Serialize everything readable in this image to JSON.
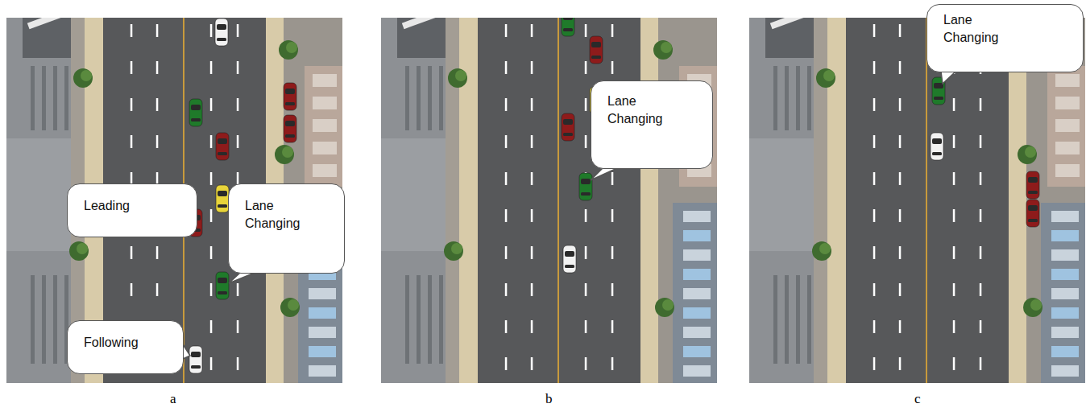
{
  "diagram": {
    "nodes": [
      {
        "text": [
          "Leading"
        ]
      },
      {
        "text": [
          "Lane Changing"
        ]
      },
      {
        "text": [
          "Following"
        ]
      },
      {
        "text": [
          "Lane Changing"
        ]
      },
      {
        "text": [
          "Lane Changing"
        ]
      }
    ],
    "labels": [
      "a",
      "b",
      "c"
    ]
  }
}
